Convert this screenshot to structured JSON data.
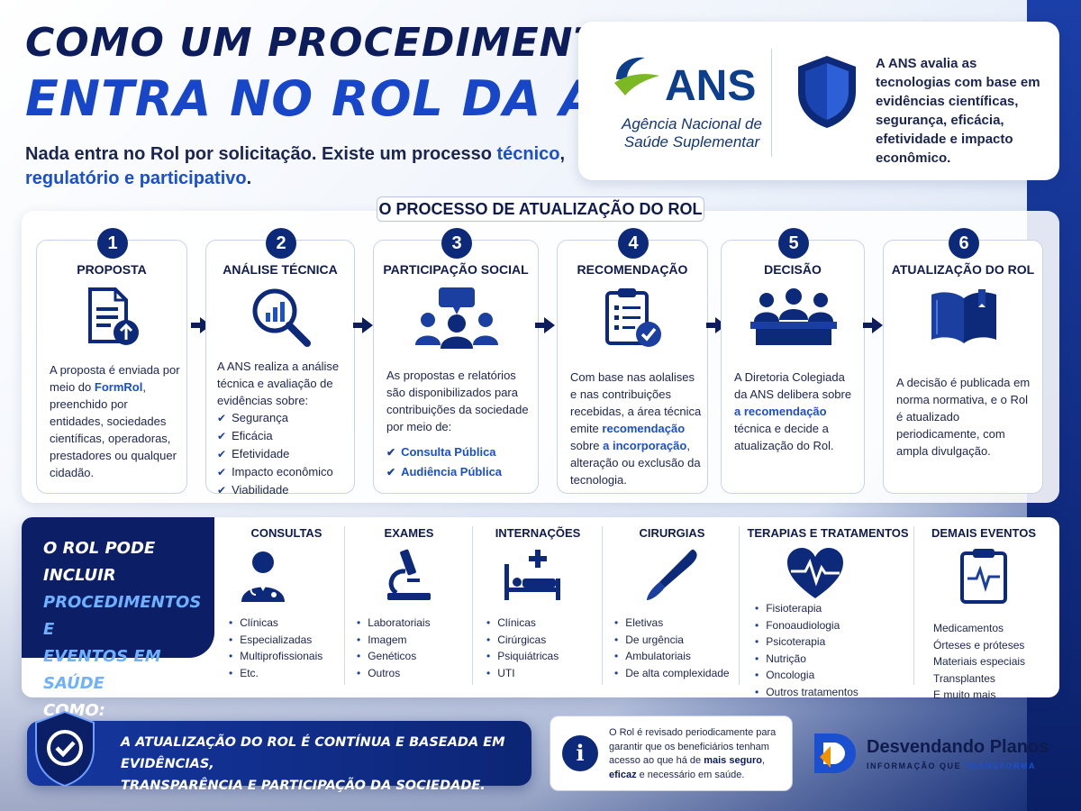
{
  "header": {
    "title_line1": "COMO UM PROCEDIMENTO",
    "title_line2": "ENTRA NO ROL DA ANS?",
    "subtitle_part1": "Nada entra no Rol por solicitação. Existe um processo ",
    "subtitle_highlight1": "técnico",
    "subtitle_part2": ", ",
    "subtitle_highlight2": "regulatório e participativo",
    "subtitle_part3": "."
  },
  "ans_card": {
    "logo_text": "ANS",
    "agency_name": "Agência Nacional de Saúde Suplementar",
    "description": "A ANS avalia as tecnologias com base em evidências científicas, segurança, eficácia, efetividade e impacto econômico."
  },
  "process": {
    "title": "O PROCESSO DE ATUALIZAÇÃO DO ROL",
    "steps": [
      {
        "number": "1",
        "title": "PROPOSTA",
        "icon": "document-upload-icon",
        "text_a": "A proposta é enviada por meio do ",
        "text_highlight": "FormRol",
        "text_b": ", preenchido por entidades, sociedades científicas, operadoras, prestadores ou qualquer cidadão."
      },
      {
        "number": "2",
        "title": "ANÁLISE TÉCNICA",
        "icon": "magnifier-chart-icon",
        "text": "A ANS realiza a análise técnica e avaliação de evidências sobre:",
        "checks": [
          "Segurança",
          "Eficácia",
          "Efetividade",
          "Impacto econômico",
          "Viabilidade"
        ]
      },
      {
        "number": "3",
        "title": "PARTICIPAÇÃO SOCIAL",
        "icon": "people-discussion-icon",
        "text": "As propostas e relatórios são disponibilizados para contribuições da sociedade por meio de:",
        "checks": [
          "Consulta Pública",
          "Audiência Pública"
        ]
      },
      {
        "number": "4",
        "title": "RECOMENDAÇÃO",
        "icon": "clipboard-check-icon",
        "text_a": "Com base nas aolalises e nas contribuições recebidas, a área técnica emite ",
        "text_highlight1": "recomendação",
        "text_b": " sobre ",
        "text_highlight2": "a incorporação",
        "text_c": ", alteração ou exclusão da tecnologia."
      },
      {
        "number": "5",
        "title": "DECISÃO",
        "icon": "board-meeting-icon",
        "text_a": "A Diretoria Colegiada da ANS delibera sobre ",
        "text_highlight": "a recomendação",
        "text_b": " técnica e decide a atualização do Rol."
      },
      {
        "number": "6",
        "title": "ATUALIZAÇÃO DO ROL",
        "icon": "open-book-icon",
        "text": "A decisão é publicada em norma normativa, e o Rol é atualizado periodicamente, com ampla divulgação."
      }
    ]
  },
  "rol": {
    "intro_line1": "O ROL PODE INCLUIR",
    "intro_line2": "PROCEDIMENTOS E",
    "intro_line3": "EVENTOS EM SAÚDE",
    "intro_line4": "COMO:",
    "categories": [
      {
        "title": "CONSULTAS",
        "icon": "doctor-icon",
        "items": [
          "Clínicas",
          "Especializadas",
          "Multiprofissionais",
          "Etc."
        ]
      },
      {
        "title": "EXAMES",
        "icon": "microscope-icon",
        "items": [
          "Laboratoriais",
          "Imagem",
          "Genéticos",
          "Outros"
        ]
      },
      {
        "title": "INTERNAÇÕES",
        "icon": "hospital-bed-icon",
        "items": [
          "Clínicas",
          "Cirúrgicas",
          "Psiquiátricas",
          "UTI"
        ]
      },
      {
        "title": "CIRURGIAS",
        "icon": "scalpel-icon",
        "items": [
          "Eletivas",
          "De urgência",
          "Ambulatoriais",
          "De alta complexidade"
        ]
      },
      {
        "title": "TERAPIAS E TRATAMENTOS",
        "icon": "heart-pulse-icon",
        "items": [
          "Fisioterapia",
          "Fonoaudiologia",
          "Psicoterapia",
          "Nutrição",
          "Oncologia",
          "Outros tratamentos"
        ]
      },
      {
        "title": "DEMAIS EVENTOS",
        "icon": "clipboard-pulse-icon",
        "items": [
          "Medicamentos",
          "Órteses e próteses",
          "Materiais especiais",
          "Transplantes",
          "E muito mais"
        ]
      }
    ]
  },
  "bottom": {
    "banner_line1": "A ATUALIZAÇÃO DO ROL É CONTÍNUA E BASEADA EM EVIDÊNCIAS,",
    "banner_line2": "TRANSPARÊNCIA E PARTICIPAÇÃO DA SOCIEDADE.",
    "info_a": "O Rol é revisado periodicamente para garantir que os beneficiários tenham acesso ao que há de ",
    "info_bold1": "mais seguro",
    "info_b": ", ",
    "info_bold2": "eficaz",
    "info_c": " e necessário em saúde.",
    "brand_name": "Desvendando Planos",
    "brand_tag_a": "INFORMAÇÃO QUE ",
    "brand_tag_b": "TRANSFORMA"
  },
  "colors": {
    "navy": "#0d2a7a",
    "accent_blue": "#1a4fd0",
    "brand_orange": "#f29200"
  }
}
